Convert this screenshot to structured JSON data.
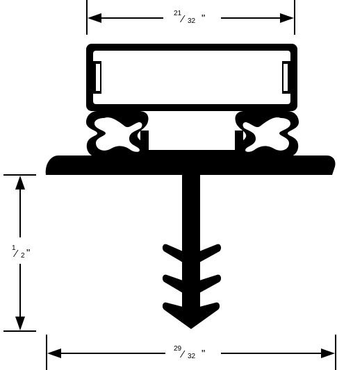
{
  "dimensions": {
    "top": {
      "numerator": "21",
      "denominator": "32",
      "unit": "\""
    },
    "bottom": {
      "numerator": "29",
      "denominator": "32",
      "unit": "\""
    },
    "left": {
      "numerator": "1",
      "denominator": "2",
      "unit": "\""
    }
  },
  "colors": {
    "ink": "#000000",
    "background": "#ffffff"
  }
}
